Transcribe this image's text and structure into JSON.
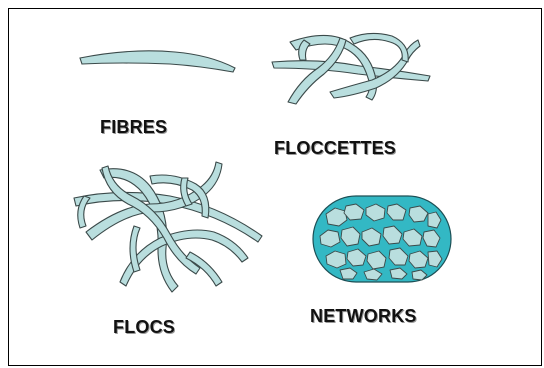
{
  "labels": {
    "fibres": "FIBRES",
    "floccettes": "FLOCCETTES",
    "flocs": "FLOCS",
    "networks": "NETWORKS"
  },
  "colors": {
    "fiber_fill": "#b9dede",
    "fiber_stroke": "#3b4a4a",
    "network_fill": "#33b8c4",
    "frame_border": "#000000"
  }
}
